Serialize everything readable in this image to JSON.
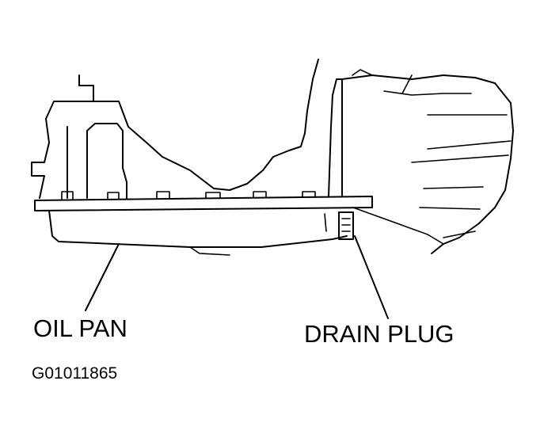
{
  "labels": {
    "oil_pan": "OIL PAN",
    "drain_plug": "DRAIN PLUG"
  },
  "figure_code": "G01011865",
  "colors": {
    "ink": "#000000",
    "background": "#ffffff"
  }
}
